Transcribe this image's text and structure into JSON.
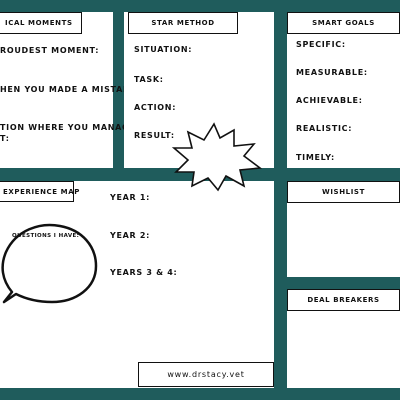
{
  "critical_moments": {
    "title": "ICAL MOMENTS",
    "items": [
      "ROUDEST MOMENT:",
      "HEN YOU MADE A MISTAKE:",
      "TION WHERE YOU MANAGED",
      "T:"
    ]
  },
  "star_method": {
    "title": "STAR METHOD",
    "items": [
      "SITUATION:",
      "TASK:",
      "ACTION:",
      "RESULT:"
    ]
  },
  "smart_goals": {
    "title": "SMART GOALS",
    "items": [
      "SPECIFIC:",
      "MEASURABLE:",
      "ACHIEVABLE:",
      "REALISTIC:",
      "TIMELY:"
    ]
  },
  "experience_map": {
    "title": "EXPERIENCE MAP",
    "years": [
      "YEAR 1:",
      "YEAR 2:",
      "YEARS 3 & 4:"
    ],
    "bubble_label": "QUESTIONS I HAVE:"
  },
  "wishlist": {
    "title": "WISHLIST"
  },
  "deal_breakers": {
    "title": "DEAL BREAKERS"
  },
  "footer": {
    "website": "www.drstacy.vet"
  }
}
